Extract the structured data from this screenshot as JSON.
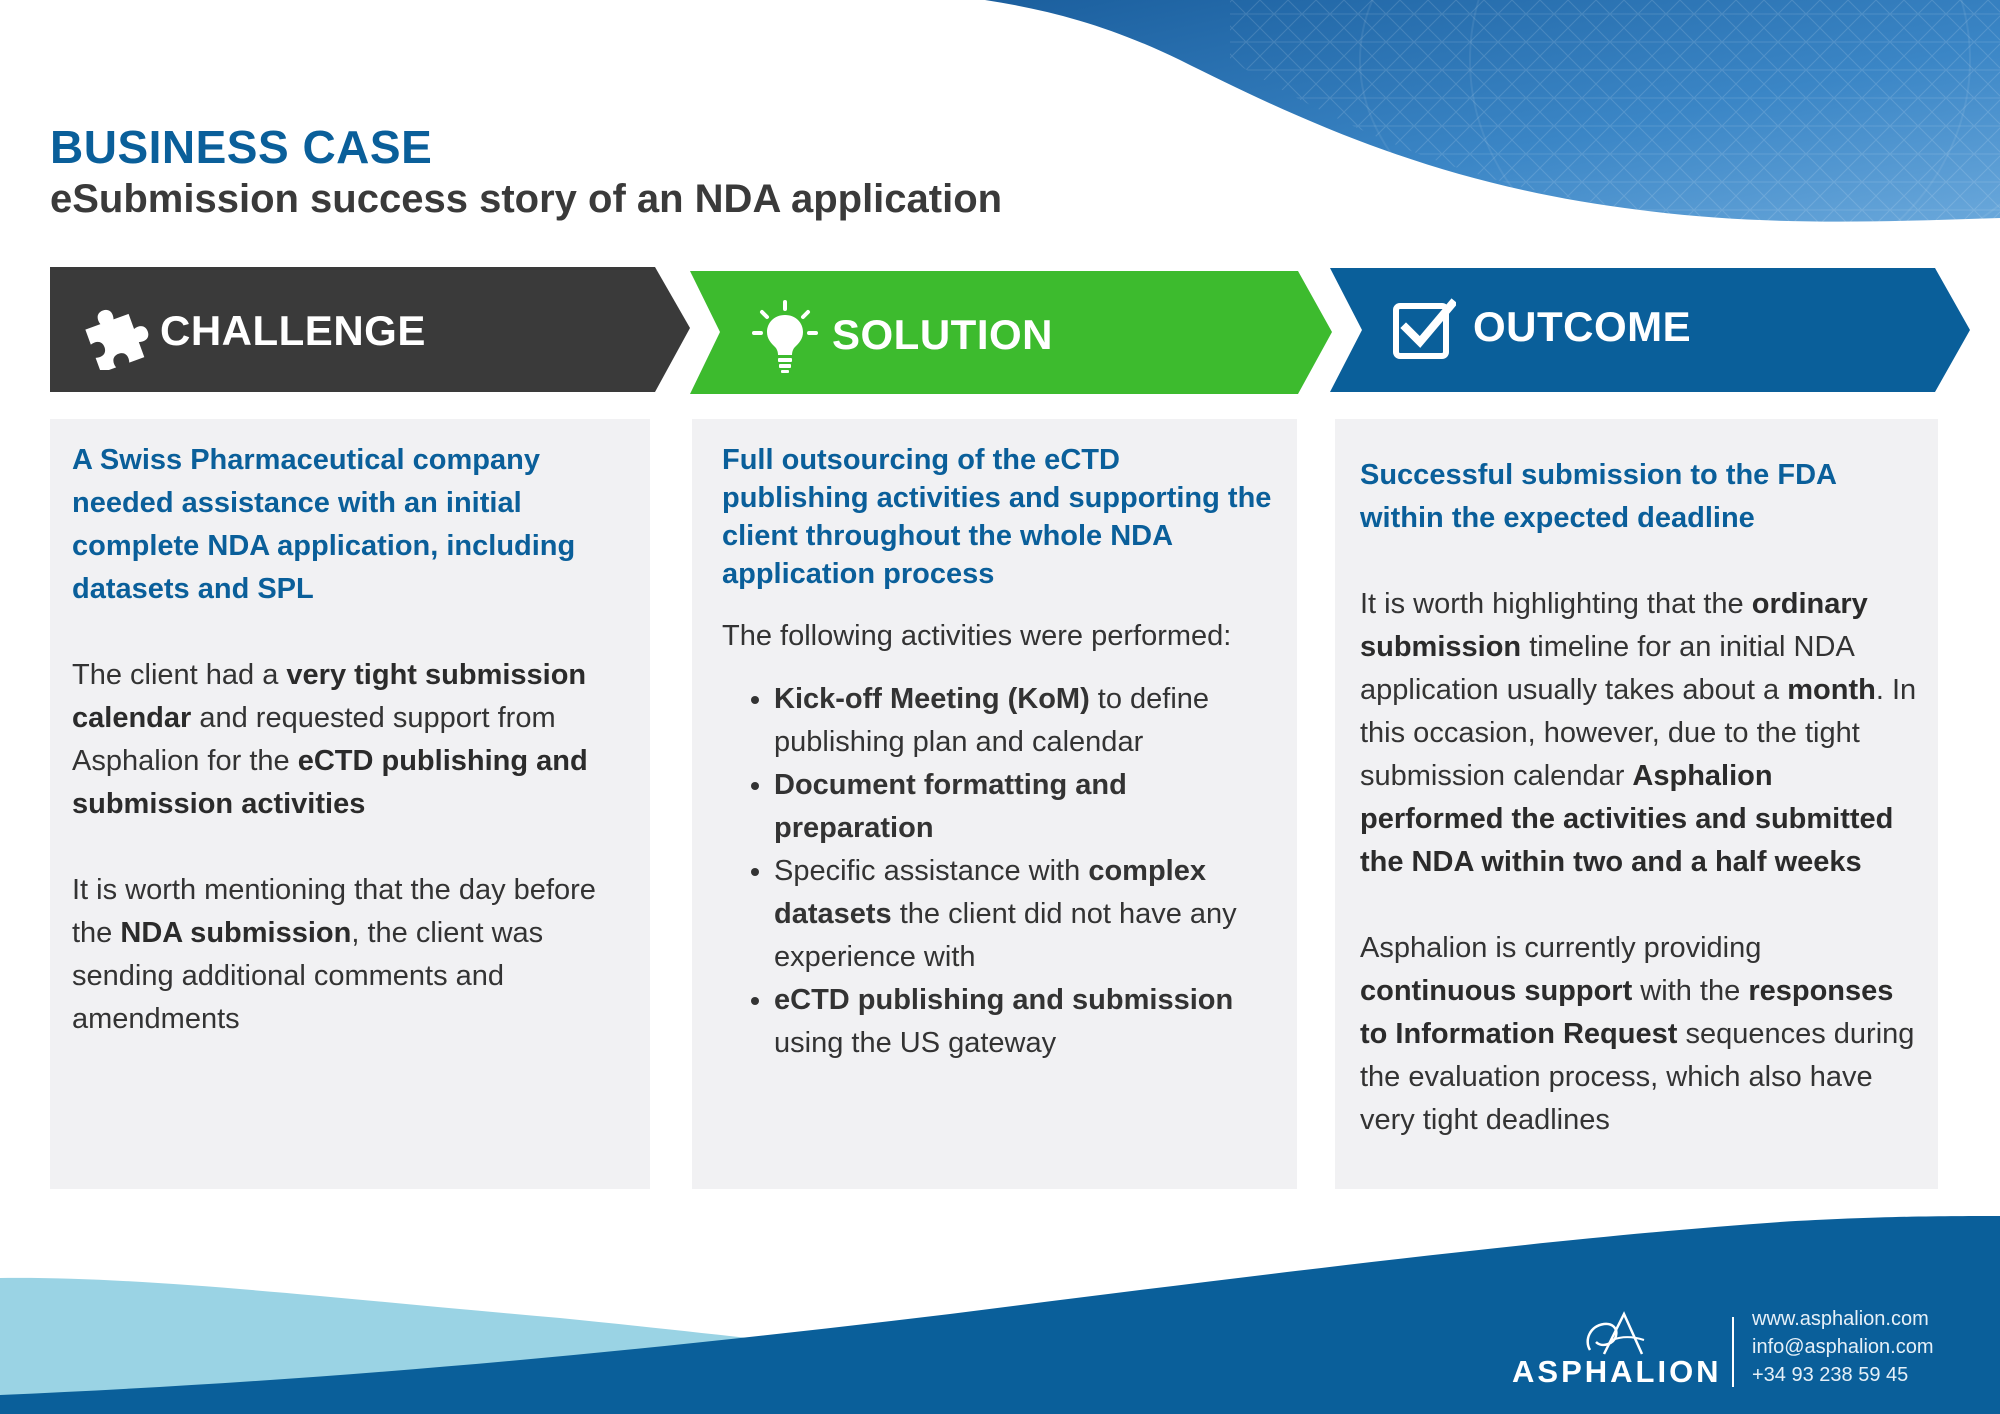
{
  "header": {
    "kicker": "BUSINESS CASE",
    "title": "eSubmission success story of an NDA application"
  },
  "sections": {
    "challenge": {
      "label": "CHALLENGE",
      "icon": "puzzle-icon",
      "color": "#3a3a3a",
      "lead": "A Swiss Pharmaceutical company needed assistance with an initial complete NDA application, including datasets and SPL",
      "p1": {
        "t1": "The client had a ",
        "b1": "very tight submission calendar",
        "t2": " and requested support from Asphalion for the ",
        "b2": "eCTD publishing and submission activities"
      },
      "p2": {
        "t1": "It is worth mentioning that the day before the ",
        "b1": "NDA submission",
        "t2": ", the client was sending additional comments and amendments"
      }
    },
    "solution": {
      "label": "SOLUTION",
      "icon": "lightbulb-icon",
      "color": "#3dbb2e",
      "lead": "Full outsourcing of the eCTD publishing activities and supporting the client throughout the whole NDA application process",
      "intro": "The following activities were performed:",
      "bullets": {
        "b1": {
          "bold": "Kick-off Meeting (KoM)",
          "text": " to define publishing plan and calendar"
        },
        "b2": {
          "bold": "Document formatting and preparation"
        },
        "b3": {
          "text1": "Specific assistance with ",
          "bold": "complex datasets",
          "text2": " the client did not have any experience with"
        },
        "b4": {
          "bold": "eCTD publishing and submission",
          "text": " using the US gateway"
        }
      }
    },
    "outcome": {
      "label": "OUTCOME",
      "icon": "checkbox-icon",
      "color": "#0a5f9a",
      "lead": "Successful submission to the FDA within the expected deadline",
      "p1": {
        "t1": "It is worth highlighting that the ",
        "b1": "ordinary submission",
        "t2": " timeline for an initial NDA application usually takes about a ",
        "b2": "month",
        "t3": ". In this occasion, however, due to the tight submission calendar ",
        "b3": "Asphalion performed the activities and submitted the NDA within two and a half weeks"
      },
      "p2": {
        "t1": "Asphalion is currently providing ",
        "b1": "continuous support",
        "t2": " with the ",
        "b2": "responses to Information Request",
        "t3": " sequences during the evaluation process, which also have very tight deadlines"
      }
    }
  },
  "footer": {
    "logo_text": "ASPHALION",
    "website": "www.asphalion.com",
    "email": "info@asphalion.com",
    "phone": "+34 93 238 59 45"
  },
  "colors": {
    "brand_blue": "#0a5f9a",
    "dark_gray": "#3a3a3a",
    "green": "#3dbb2e",
    "light_blue": "#9ad3e4",
    "card_bg": "#f1f1f3"
  }
}
